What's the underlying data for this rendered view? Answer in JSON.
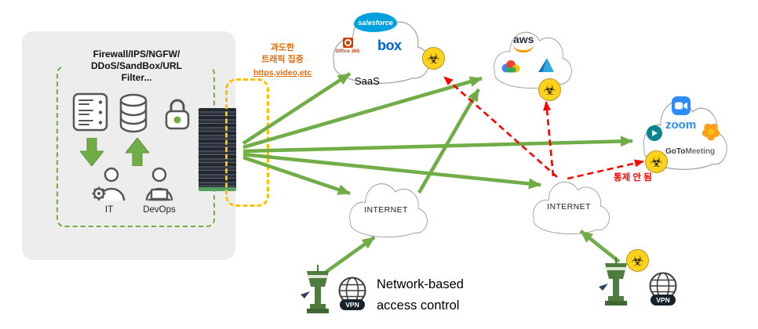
{
  "colors": {
    "controlled_green": "#70ad47",
    "highlight_orange": "#ffc000",
    "note_orange": "#e36c09",
    "alert_red": "#ff0000"
  },
  "icons": {
    "biohazard": "☣"
  },
  "firewall_panel": {
    "title_line1": "Firewall/IPS/NGFW/",
    "title_line2": "DDoS/SandBox/URL",
    "title_line3": "Filter...",
    "it_label": "IT",
    "devops_label": "DevOps"
  },
  "traffic_note": {
    "line1": "과도한",
    "line2": "트래픽 집중",
    "detail": "https,video,etc"
  },
  "saas_cloud": {
    "label": "SaaS",
    "salesforce": "salesforce",
    "office": "Office 365",
    "box": "box"
  },
  "provider_cloud": {
    "aws": "aws"
  },
  "meeting_cloud": {
    "zoom": "zoom",
    "goto": "GoTo",
    "meeting": "Meeting"
  },
  "internet_center": {
    "label": "INTERNET"
  },
  "internet_right": {
    "label": "INTERNET"
  },
  "uncontrolled_label": "통제 안 됨",
  "access_control": {
    "line1": "Network-based",
    "line2": "access control"
  },
  "vpn": {
    "label": "VPN"
  }
}
